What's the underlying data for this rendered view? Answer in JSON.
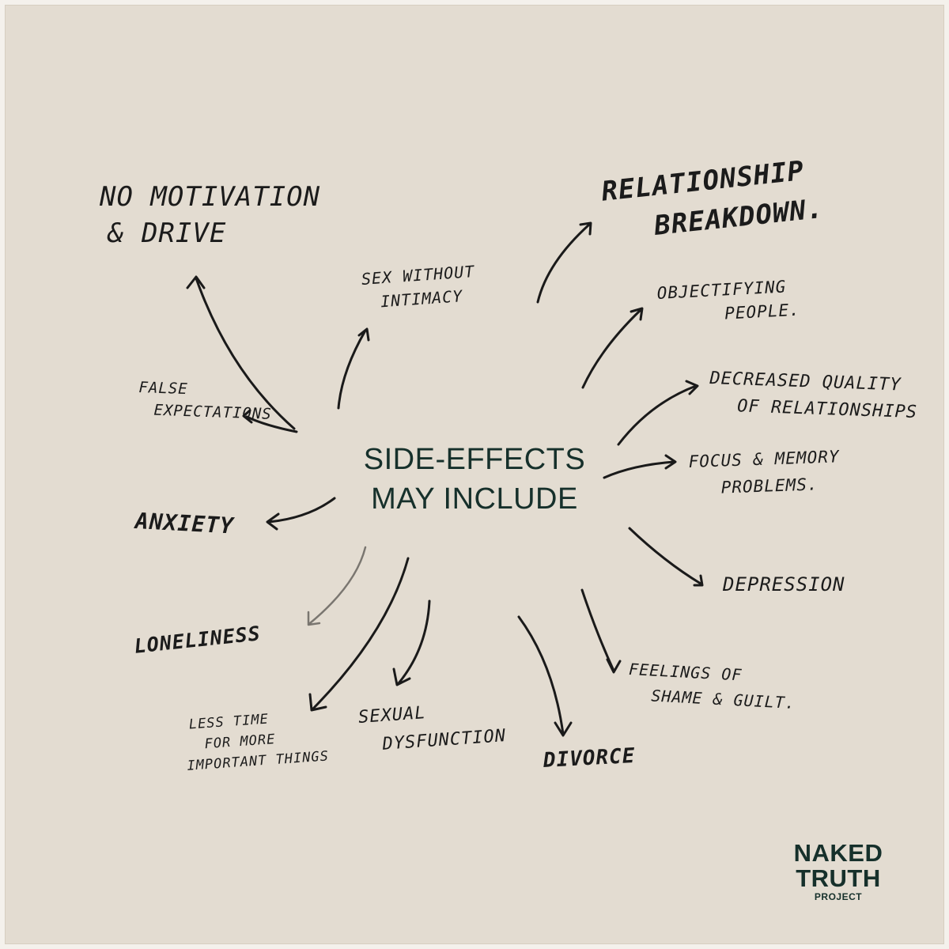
{
  "center_title": [
    "SIDE-EFFECTS",
    "MAY INCLUDE"
  ],
  "effects": {
    "no_motivation": [
      "No motivation",
      "& drive"
    ],
    "relationship_breakdown": [
      "Relationship",
      "breakdown."
    ],
    "sex_without_intimacy": [
      "Sex without",
      "intimacy"
    ],
    "objectifying_people": [
      "Objectifying",
      "people."
    ],
    "false_expectations": [
      "False",
      "expectations"
    ],
    "decreased_quality": [
      "Decreased quality",
      "of relationships"
    ],
    "focus_memory": [
      "Focus & memory",
      "problems."
    ],
    "anxiety": [
      "Anxiety"
    ],
    "depression": [
      "Depression"
    ],
    "loneliness": [
      "Loneliness"
    ],
    "feelings_shame_guilt": [
      "Feelings of",
      "shame & guilt."
    ],
    "less_time": [
      "Less time",
      "for more",
      "important things"
    ],
    "sexual_dysfunction": [
      "Sexual",
      "dysfunction"
    ],
    "divorce": [
      "Divorce"
    ]
  },
  "logo": {
    "line1": "NAKED",
    "line2": "TRUTH",
    "line3": "PROJECT"
  },
  "colors": {
    "background": "#e3dcd1",
    "ink": "#1b1b1b",
    "brand": "#16302b"
  }
}
